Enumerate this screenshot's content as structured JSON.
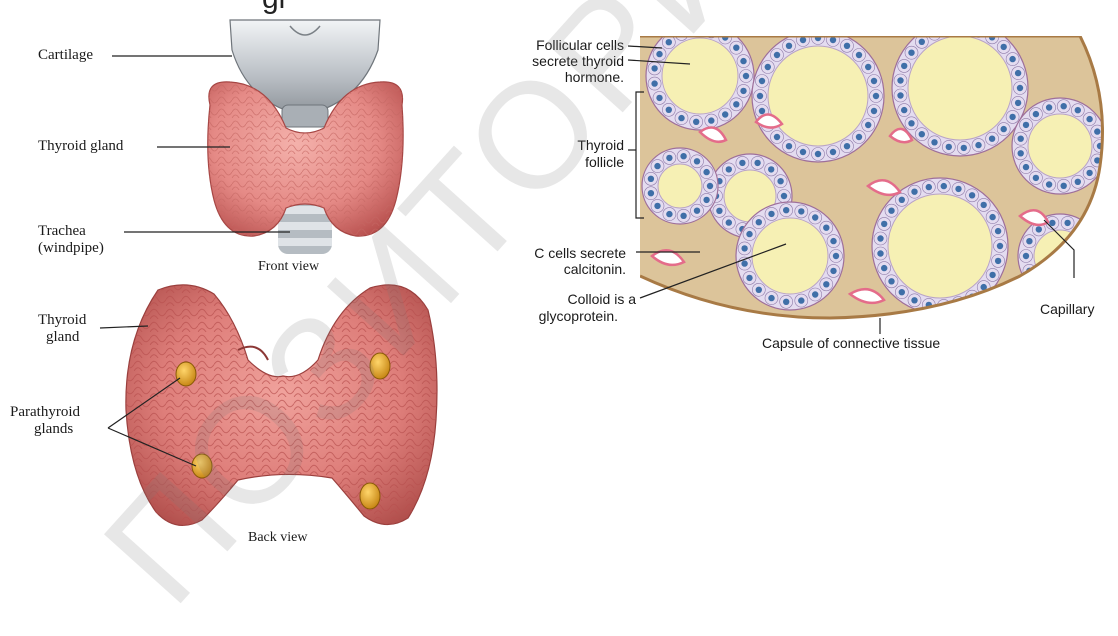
{
  "top_fragment": "gl",
  "watermark": "ПОЗИТОРИЙ",
  "front_view": {
    "labels": {
      "cartilage": "Cartilage",
      "thyroid_gland": "Thyroid gland",
      "trachea_line1": "Trachea",
      "trachea_line2": "(windpipe)"
    },
    "caption": "Front view"
  },
  "back_view": {
    "labels": {
      "thyroid_line1": "Thyroid",
      "thyroid_line2": "gland",
      "parathyroid_line1": "Parathyroid",
      "parathyroid_line2": "glands"
    },
    "caption": "Back view"
  },
  "histology": {
    "labels": {
      "follicular_line1": "Follicular cells",
      "follicular_line2": "secrete thyroid",
      "follicular_line3": "hormone.",
      "follicle_line1": "Thyroid",
      "follicle_line2": "follicle",
      "ccells_line1": "C cells secrete",
      "ccells_line2": "calcitonin.",
      "colloid_line1": "Colloid is a",
      "colloid_line2": "glycoprotein.",
      "capillary": "Capillary",
      "capsule": "Capsule of connective tissue"
    }
  },
  "colors": {
    "gland": "#e58a86",
    "gland_dark": "#b8504e",
    "cartilage": "#c9cdd2",
    "parathyroid": "#e0a21c",
    "colloid": "#f6f0b4",
    "cell": "#e4dcf0",
    "nucleus": "#3f6fa8",
    "connective": "#d9b78a",
    "capillary": "#e46c8a"
  }
}
